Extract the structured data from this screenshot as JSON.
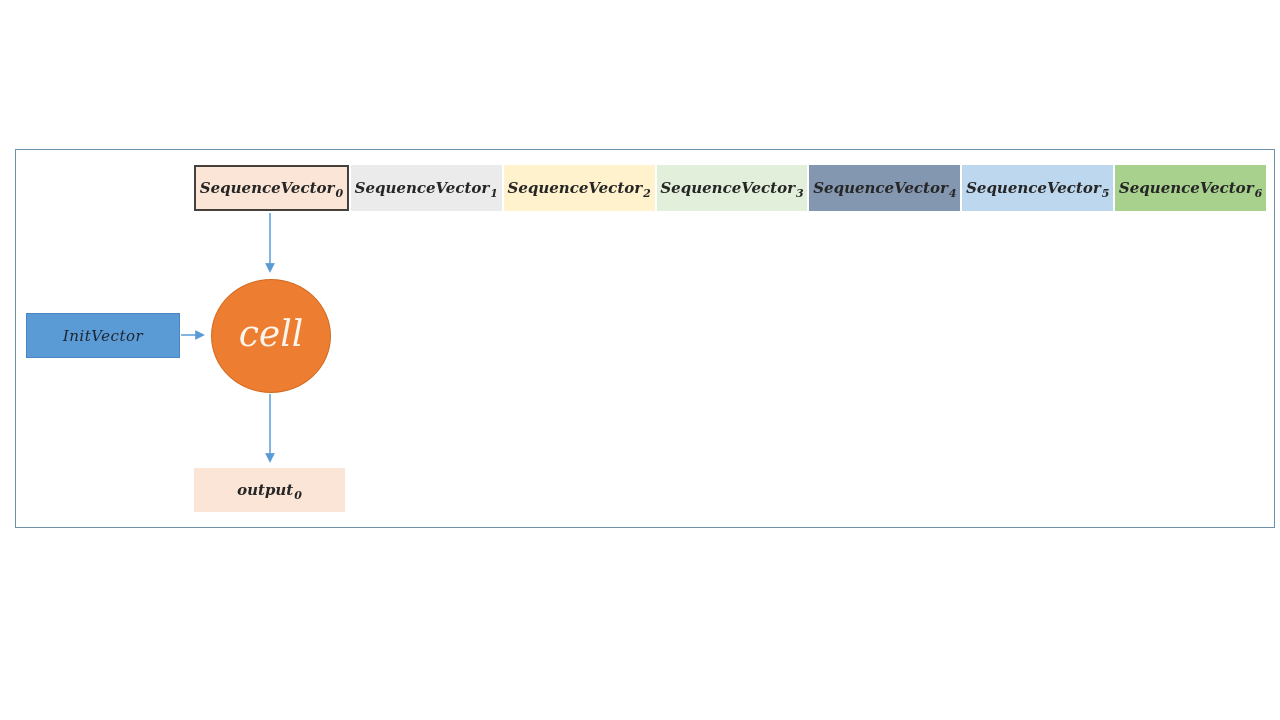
{
  "diagram": {
    "frame": {
      "border_color": "#6e91aa",
      "background": "#ffffff"
    },
    "sequence_row": {
      "items": [
        {
          "base": "SequenceVector",
          "sub": "0",
          "bg": "#fbe5d6",
          "border_color": "#44403b"
        },
        {
          "base": "SequenceVector",
          "sub": "1",
          "bg": "#ebebeb"
        },
        {
          "base": "SequenceVector",
          "sub": "2",
          "bg": "#fff2cc"
        },
        {
          "base": "SequenceVector",
          "sub": "3",
          "bg": "#e2efda"
        },
        {
          "base": "SequenceVector",
          "sub": "4",
          "bg": "#8497b0"
        },
        {
          "base": "SequenceVector",
          "sub": "5",
          "bg": "#bdd7ee"
        },
        {
          "base": "SequenceVector",
          "sub": "6",
          "bg": "#a9d18e"
        }
      ]
    },
    "init_vector": {
      "label": "InitVector",
      "bg": "#5b9bd5"
    },
    "cell": {
      "label": "cell",
      "bg": "#ed7d31",
      "text_color": "#fdf4ec"
    },
    "output": {
      "base": "output",
      "sub": "0",
      "bg": "#fbe5d6"
    },
    "arrow_color": "#5b9bd5"
  }
}
